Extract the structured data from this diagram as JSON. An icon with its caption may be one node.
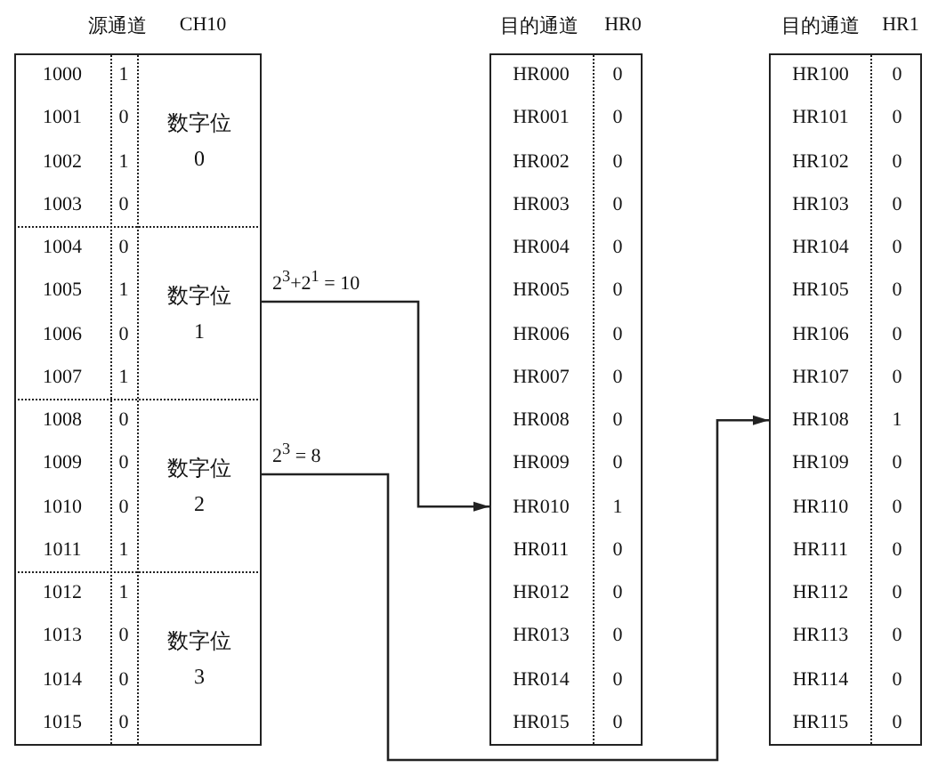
{
  "diagram": {
    "nodes": [
      {
        "text": [
          "数字位 0"
        ]
      },
      {
        "text": [
          "数字位 1"
        ]
      },
      {
        "text": [
          "数字位 2"
        ]
      },
      {
        "text": [
          "数字位 3"
        ]
      },
      {
        "text": [
          "HR010",
          "1"
        ]
      },
      {
        "text": [
          "HR108",
          "1"
        ]
      }
    ],
    "edges": [
      {
        "from": 1,
        "to": 4,
        "arrow": "to",
        "label": "2$^{3}$+2$^{1}$ = 10"
      },
      {
        "from": 2,
        "to": 5,
        "arrow": "to",
        "label": "2$^{3}$ = 8"
      }
    ],
    "labels": [
      "源通道",
      "CH10",
      "目的通道",
      "HR0",
      "目的通道",
      "HR1",
      "1000",
      "1",
      "1001",
      "0",
      "1002",
      "1",
      "1003",
      "0",
      "1004",
      "0",
      "1005",
      "1",
      "1006",
      "0",
      "1007",
      "1",
      "1008",
      "0",
      "1009",
      "0",
      "1010",
      "0",
      "1011",
      "1",
      "1012",
      "1",
      "1013",
      "0",
      "1014",
      "0",
      "1015",
      "0",
      "HR000",
      "0",
      "HR001",
      "0",
      "HR002",
      "0",
      "HR003",
      "0",
      "HR004",
      "0",
      "HR005",
      "0",
      "HR006",
      "0",
      "HR007",
      "0",
      "HR008",
      "0",
      "HR009",
      "0",
      "HR011",
      "0",
      "HR012",
      "0",
      "HR013",
      "0",
      "HR014",
      "0",
      "HR015",
      "0",
      "HR100",
      "0",
      "HR101",
      "0",
      "HR102",
      "0",
      "HR103",
      "0",
      "HR104",
      "0",
      "HR105",
      "0",
      "HR106",
      "0",
      "HR107",
      "0",
      "HR109",
      "0",
      "HR110",
      "0",
      "HR111",
      "0",
      "HR112",
      "0",
      "HR113",
      "0",
      "HR114",
      "0",
      "HR115",
      "0"
    ]
  }
}
